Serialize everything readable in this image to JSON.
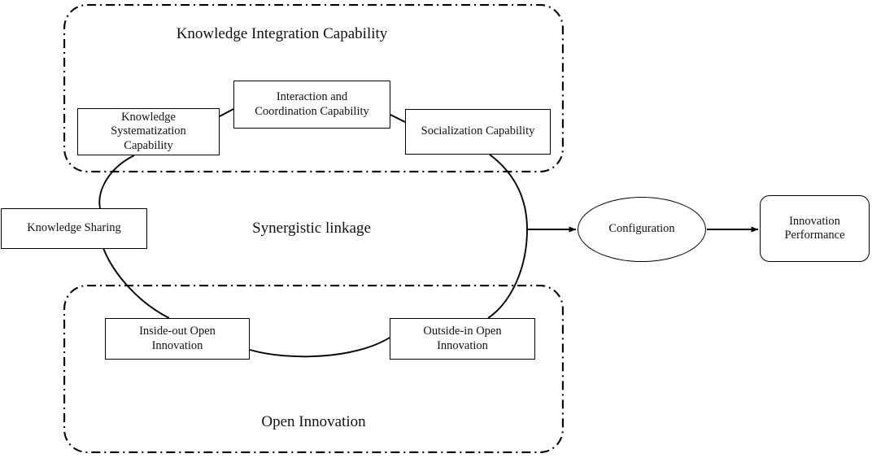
{
  "diagram": {
    "title": "Knowledge Integration Capability and Open Innovation synergy model",
    "background_color": "#ffffff",
    "line_color": "#000000"
  },
  "groups": [
    {
      "id": "knowledge-integration-capability",
      "label": "Knowledge Integration Capability",
      "border_style": "dash-dot",
      "label_position": "top"
    },
    {
      "id": "open-innovation",
      "label": "Open Innovation",
      "border_style": "dash-dot",
      "label_position": "bottom"
    }
  ],
  "nodes": {
    "knowledge_systematization": {
      "lines": [
        "Knowledge",
        "Systematization",
        "Capability"
      ],
      "shape": "rectangle"
    },
    "interaction_coordination": {
      "lines": [
        "Interaction and",
        "Coordination Capability"
      ],
      "shape": "rectangle"
    },
    "socialization": {
      "lines": [
        "Socialization Capability"
      ],
      "shape": "rectangle"
    },
    "knowledge_sharing": {
      "lines": [
        "Knowledge Sharing"
      ],
      "shape": "rectangle"
    },
    "inside_out": {
      "lines": [
        "Inside-out Open",
        "Innovation"
      ],
      "shape": "rectangle"
    },
    "outside_in": {
      "lines": [
        "Outside-in Open",
        "Innovation"
      ],
      "shape": "rectangle"
    },
    "configuration": {
      "lines": [
        "Configuration"
      ],
      "shape": "ellipse"
    },
    "innovation_performance": {
      "lines": [
        "Innovation",
        "Performance"
      ],
      "shape": "rounded-rectangle"
    }
  },
  "labels": {
    "synergistic_linkage": "Synergistic linkage"
  },
  "connections": [
    {
      "from": "knowledge_systematization",
      "to": "interaction_coordination",
      "style": "curve",
      "arrow": false
    },
    {
      "from": "interaction_coordination",
      "to": "socialization",
      "style": "curve",
      "arrow": false
    },
    {
      "from": "socialization",
      "to": "outside_in",
      "style": "curve",
      "arrow": false
    },
    {
      "from": "outside_in",
      "to": "inside_out",
      "style": "curve",
      "arrow": false
    },
    {
      "from": "inside_out",
      "to": "knowledge_sharing",
      "style": "curve",
      "arrow": false
    },
    {
      "from": "knowledge_sharing",
      "to": "knowledge_systematization",
      "style": "curve",
      "arrow": false
    },
    {
      "from": "synergy_ring",
      "to": "configuration",
      "style": "straight",
      "arrow": true
    },
    {
      "from": "configuration",
      "to": "innovation_performance",
      "style": "straight",
      "arrow": true
    }
  ]
}
